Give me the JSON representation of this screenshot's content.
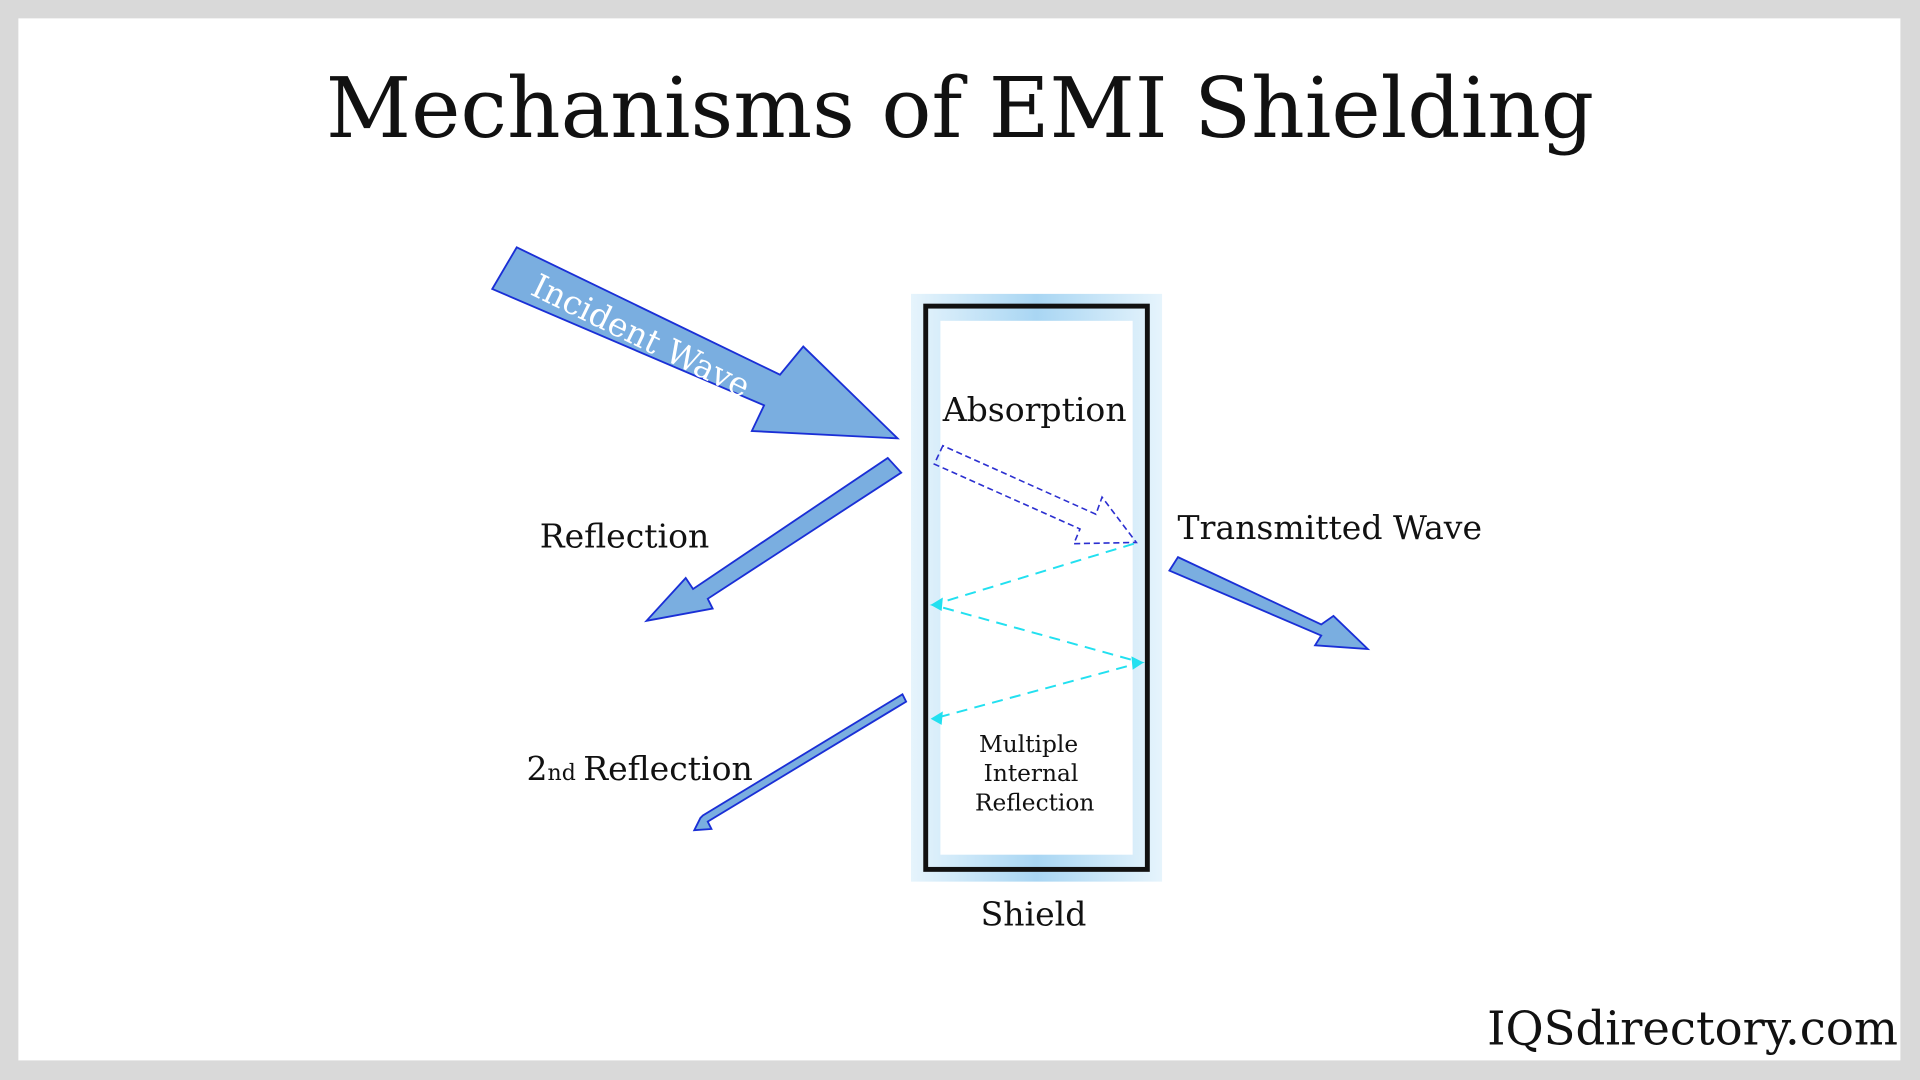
{
  "title": "Mechanisms of EMI Shielding",
  "labels": {
    "incident_wave": "Incident Wave",
    "absorption": "Absorption",
    "reflection": "Reflection",
    "transmitted_wave": "Transmitted Wave",
    "second_reflection_num": "2",
    "second_reflection_sup": "nd",
    "second_reflection_text": "Reflection",
    "multiple_line1": "Multiple",
    "multiple_line2": "Internal",
    "multiple_line3": "Reflection",
    "shield": "Shield"
  },
  "watermark": "IQSdirectory.com",
  "colors": {
    "arrow_fill": "#7aaee0",
    "arrow_stroke": "#1a2fd6",
    "internal": "#22e0f0",
    "shield_glow": "#bfe1f7"
  }
}
